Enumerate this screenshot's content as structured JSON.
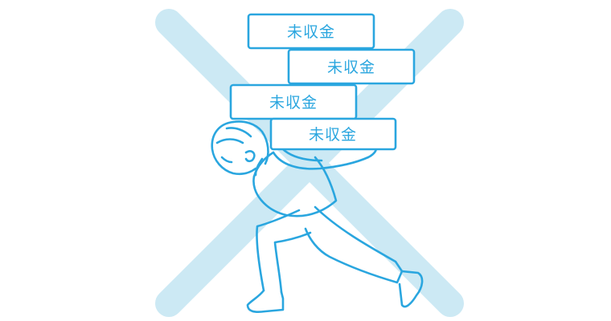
{
  "illustration": {
    "boxes": [
      {
        "label": "未収金"
      },
      {
        "label": "未収金"
      },
      {
        "label": "未収金"
      },
      {
        "label": "未収金"
      }
    ],
    "colors": {
      "line": "#2aa6df",
      "cross": "#cce9f4",
      "box_fill": "#ffffff",
      "background": "#ffffff"
    },
    "icons": {
      "cross": "cross-mark-icon",
      "person": "person-carrying-load-icon"
    }
  }
}
